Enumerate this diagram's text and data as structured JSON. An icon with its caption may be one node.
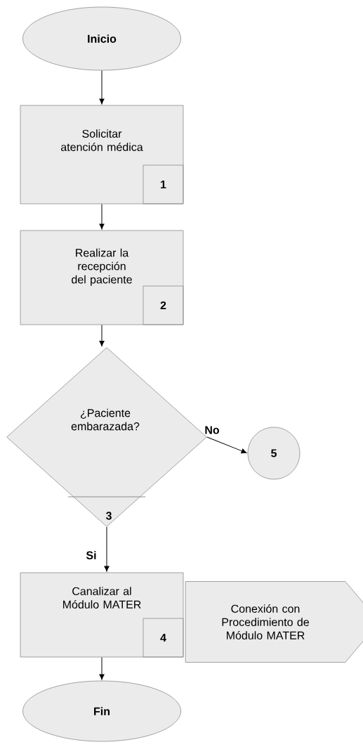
{
  "diagram": {
    "nodes": [
      {
        "text": [
          "Inicio"
        ]
      },
      {
        "text": [
          "Solicitar atención médica"
        ]
      },
      {
        "text": [
          "1"
        ],
        "in": 1
      },
      {
        "text": [
          "Realizar la recepción del paciente"
        ]
      },
      {
        "text": [
          "2"
        ],
        "in": 3
      },
      {
        "text": [
          "¿Paciente embarazada?",
          "3"
        ]
      },
      {
        "text": [
          "5"
        ]
      },
      {
        "text": [
          "Canalizar al Módulo MATER"
        ]
      },
      {
        "text": [
          "4"
        ],
        "in": 7
      },
      {
        "text": [
          "Conexión con Procedimiento de Módulo MATER"
        ]
      },
      {
        "text": [
          "Fin"
        ]
      }
    ],
    "edges": [
      {
        "from": 0,
        "to": 1,
        "arrow": "to"
      },
      {
        "from": 1,
        "to": 3,
        "arrow": "to"
      },
      {
        "from": 3,
        "to": 5,
        "arrow": "to"
      },
      {
        "from": 5,
        "to": 6,
        "arrow": "to",
        "label": "No"
      },
      {
        "from": 5,
        "to": 7,
        "arrow": "to",
        "label": "Si"
      },
      {
        "from": 7,
        "to": 10,
        "arrow": "to"
      }
    ]
  }
}
